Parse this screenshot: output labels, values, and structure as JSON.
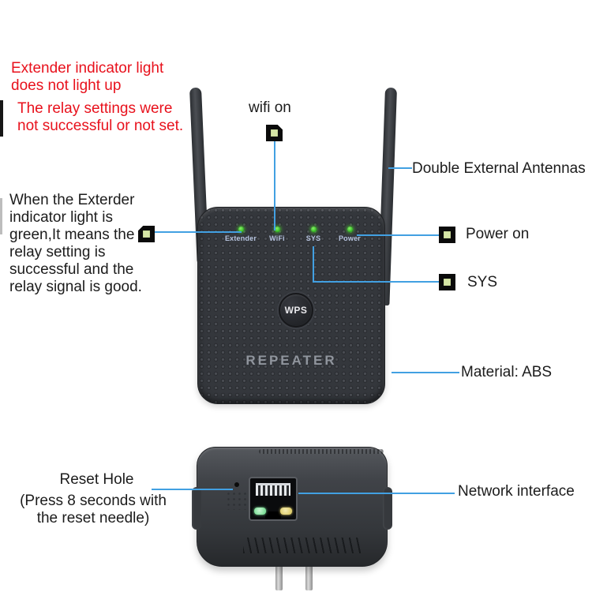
{
  "notes": {
    "red_warning": "Extender indicator light\n does not light up",
    "red_warning2": "The relay settings were\n not successful or not set.",
    "extender_green": "When the Exterder\n indicator light is\ngreen,It means the\n relay setting is\nsuccessful and the\nrelay signal is good."
  },
  "labels": {
    "wifi_on": "wifi on",
    "double_antennas": "Double External Antennas",
    "power_on": "Power on",
    "sys": "SYS",
    "material": "Material: ABS",
    "reset_hole": "Reset Hole",
    "reset_instruction": "(Press 8 seconds with\nthe reset needle)",
    "network_interface": "Network interface"
  },
  "device_front": {
    "indicators": [
      {
        "label": "Extender",
        "state": "green-led"
      },
      {
        "label": "WiFi",
        "state": "green-led"
      },
      {
        "label": "SYS",
        "state": "green-led"
      },
      {
        "label": "Power",
        "state": "green-led"
      }
    ],
    "wps_button": "WPS",
    "brand": "REPEATER"
  },
  "device_bottom": {
    "features": [
      "reset-hole",
      "ethernet-port",
      "green-port-led",
      "yellow-port-led",
      "vent-slits",
      "us-plug-prongs"
    ]
  },
  "colors": {
    "annotation_line": "#42a0e2",
    "warning_text": "#e8111c",
    "led_green": "#3ecc2e",
    "marker_fill": "#d6e6a6",
    "device_label": "#b6c3de",
    "brand_text": "#90959d",
    "port_led_green": "#7fe09a",
    "port_led_yellow": "#e0cf6e"
  }
}
